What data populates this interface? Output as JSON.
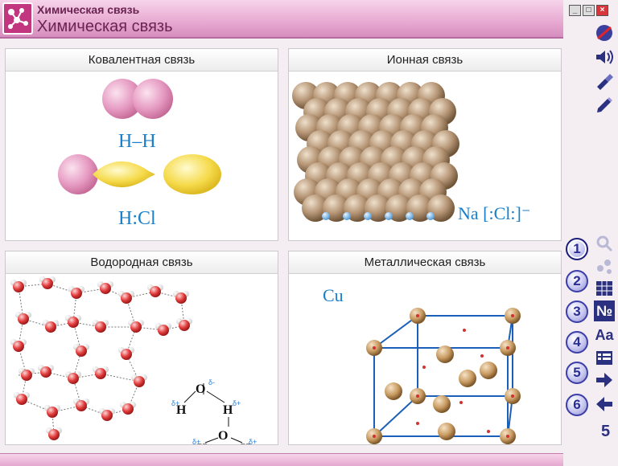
{
  "window": {
    "title_small": "Химическая связь",
    "title": "Химическая связь",
    "min_glyph": "_",
    "max_glyph": "□",
    "close_glyph": "×"
  },
  "panels": [
    {
      "title": "Ковалентная связь"
    },
    {
      "title": "Ионная связь"
    },
    {
      "title": "Водородная связь"
    },
    {
      "title": "Металлическая связь"
    }
  ],
  "covalent": {
    "formula_hh": "H–H",
    "formula_hcl": "H:Cl"
  },
  "ionic": {
    "formula": "Na [:Cl:]⁻"
  },
  "metallic": {
    "label": "Cu"
  },
  "toolbar": {
    "top_icons": [
      "no-sound-icon",
      "volume-icon",
      "flashlight-icon",
      "pencil-icon"
    ],
    "side_icons": [
      "zoom-icon",
      "molecule-icon",
      "table-icon",
      "number-icon",
      "font-icon",
      "list-icon",
      "arrow-right-icon",
      "arrow-left-icon"
    ],
    "font_glyph": "Aa",
    "number_glyph": "№"
  },
  "steps": [
    "1",
    "2",
    "3",
    "4",
    "5",
    "6"
  ],
  "active_step": "1",
  "page_number": "5",
  "colors": {
    "title_bar": "#e7a9d1",
    "accent": "#c2367f",
    "formula": "#1a7fc8",
    "step_border": "#3b3ea8"
  }
}
